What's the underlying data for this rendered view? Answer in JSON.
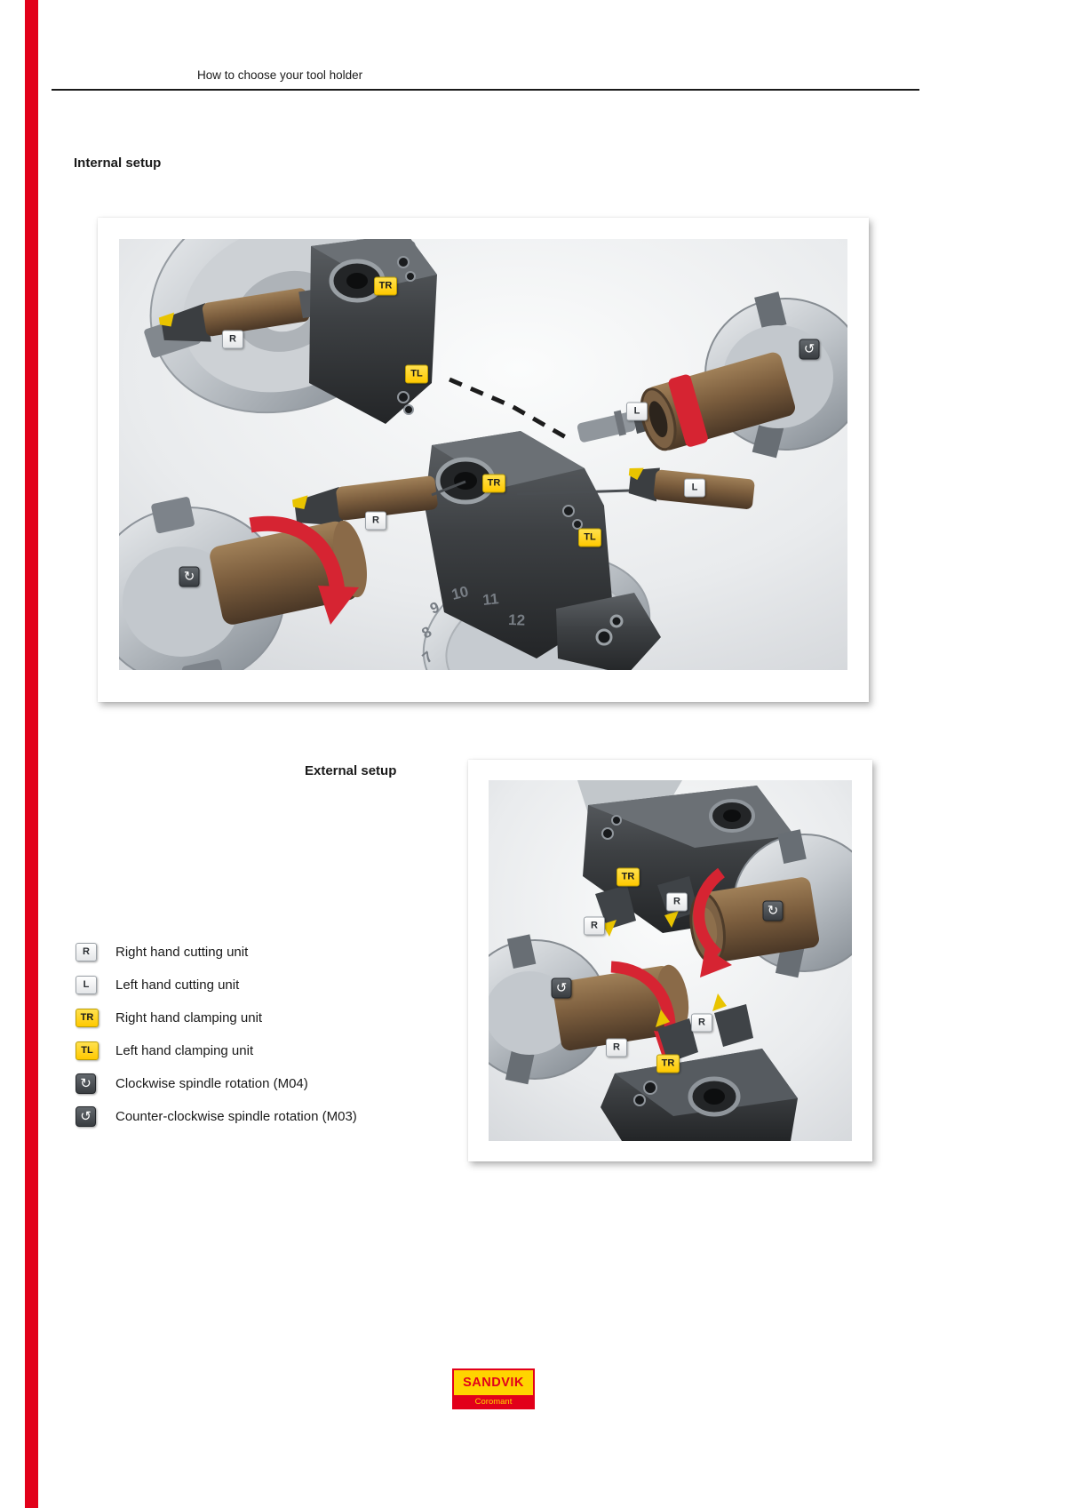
{
  "page": {
    "header_title": "How to choose your tool holder"
  },
  "internal_section": {
    "title": "Internal setup",
    "labels": [
      {
        "text": "TR",
        "kind": "clamp"
      },
      {
        "text": "R",
        "kind": "cut"
      },
      {
        "text": "TL",
        "kind": "clamp"
      },
      {
        "text": "L",
        "kind": "cut"
      },
      {
        "text": "↺",
        "kind": "rot"
      },
      {
        "text": "TR",
        "kind": "clamp"
      },
      {
        "text": "R",
        "kind": "cut"
      },
      {
        "text": "L",
        "kind": "cut"
      },
      {
        "text": "TL",
        "kind": "clamp"
      },
      {
        "text": "↻",
        "kind": "rot"
      }
    ],
    "turret_numbers": [
      "7",
      "8",
      "9",
      "10",
      "11",
      "12"
    ]
  },
  "external_section": {
    "title": "External setup",
    "labels": [
      {
        "text": "TR",
        "kind": "clamp"
      },
      {
        "text": "R",
        "kind": "cut"
      },
      {
        "text": "R",
        "kind": "cut"
      },
      {
        "text": "↻",
        "kind": "rot"
      },
      {
        "text": "↺",
        "kind": "rot"
      },
      {
        "text": "R",
        "kind": "cut"
      },
      {
        "text": "R",
        "kind": "cut"
      },
      {
        "text": "TR",
        "kind": "clamp"
      }
    ]
  },
  "legend": {
    "items": [
      {
        "badge": "R",
        "kind": "cut",
        "label": "Right hand cutting unit"
      },
      {
        "badge": "L",
        "kind": "cut",
        "label": "Left hand cutting unit"
      },
      {
        "badge": "TR",
        "kind": "clamp",
        "label": "Right hand clamping unit"
      },
      {
        "badge": "TL",
        "kind": "clamp",
        "label": "Left hand clamping unit"
      },
      {
        "badge": "↻",
        "kind": "rot",
        "label": "Clockwise spindle rotation (M04)"
      },
      {
        "badge": "↺",
        "kind": "rot",
        "label": "Counter-clockwise spindle rotation (M03)"
      }
    ]
  },
  "logo": {
    "brand": "SANDVIK",
    "sub": "Coromant"
  },
  "colors": {
    "accent_red": "#e2001a",
    "badge_yellow": "#ffd400"
  }
}
